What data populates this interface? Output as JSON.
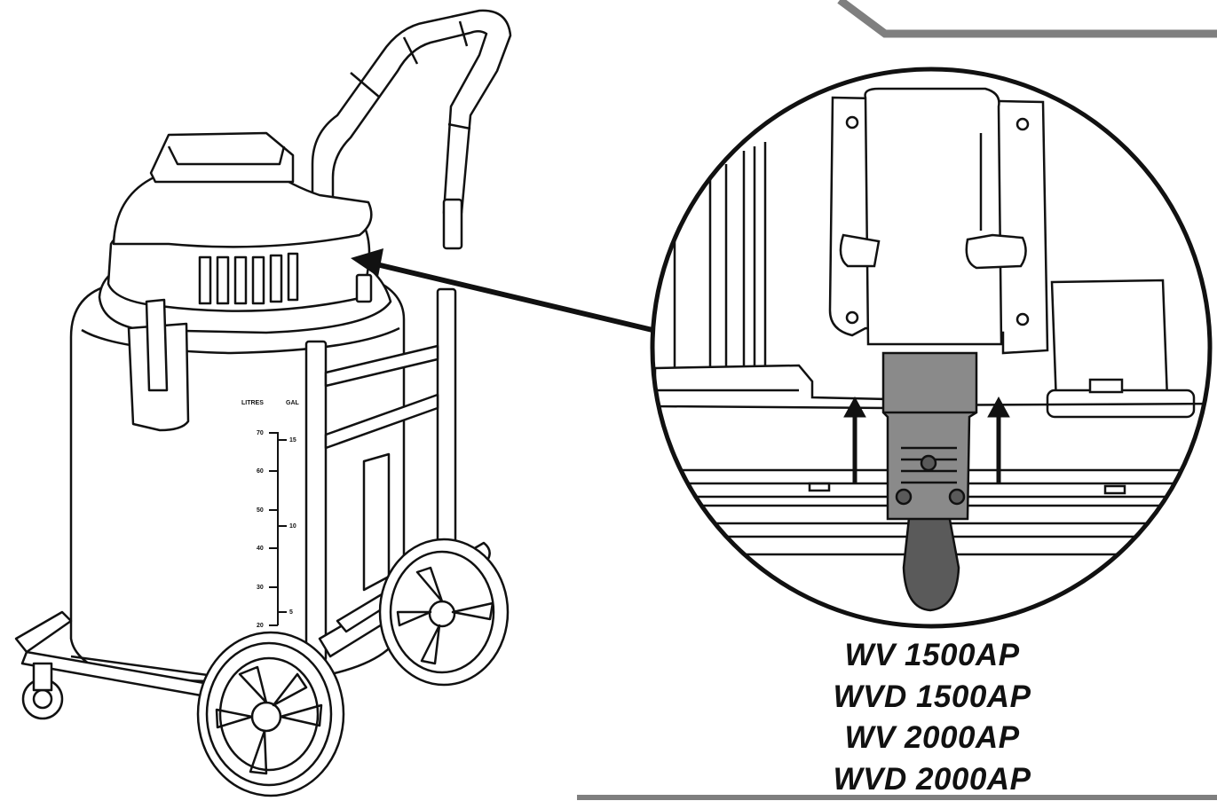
{
  "diagram": {
    "tank_labels": {
      "litres_header": "LITRES",
      "gal_header": "GAL",
      "litres_ticks": [
        "70",
        "60",
        "50",
        "40",
        "30",
        "20"
      ],
      "gal_ticks": [
        "15",
        "10",
        "5"
      ]
    },
    "model_list": [
      "WV 1500AP",
      "WVD 1500AP",
      "WV 2000AP",
      "WVD 2000AP"
    ],
    "colors": {
      "line": "#111111",
      "plug_fill": "#8a8a8a",
      "plug_dark": "#5a5a5a",
      "header_bar": "#7f7f7f"
    }
  }
}
